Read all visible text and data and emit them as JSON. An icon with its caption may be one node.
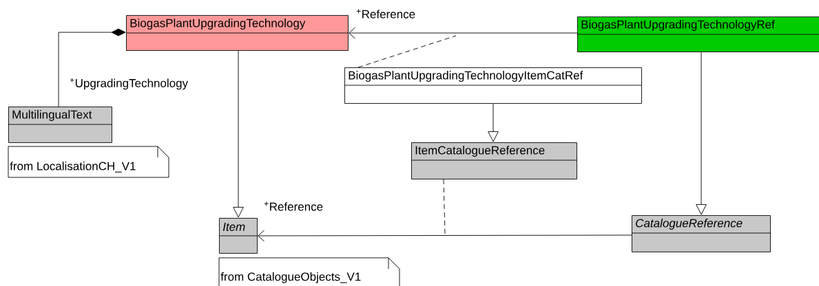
{
  "diagram": {
    "nodes": [
      {
        "text": [
          "BiogasPlantUpgradingTechnology"
        ]
      },
      {
        "text": [
          "BiogasPlantUpgradingTechnologyRef"
        ]
      },
      {
        "text": [
          "MultilingualText"
        ]
      },
      {
        "text": [
          "from LocalisationCH_V1"
        ]
      },
      {
        "text": [
          "BiogasPlantUpgradingTechnologyItemCatRef"
        ]
      },
      {
        "text": [
          "ItemCatalogueReference"
        ]
      },
      {
        "text": [
          "Item"
        ]
      },
      {
        "text": [
          "from CatalogueObjects_V1"
        ]
      },
      {
        "text": [
          "CatalogueReference"
        ]
      }
    ],
    "edges": [
      {
        "from": 2,
        "to": 0,
        "arrow": "other",
        "label": "$^{+}$UpgradingTechnology"
      },
      {
        "from": 1,
        "to": 0,
        "arrow": "to",
        "label": "$^{+}$Reference"
      },
      {
        "from": 4,
        "to": null,
        "arrow": "none",
        "style": "dashed"
      },
      {
        "from": 0,
        "to": 6,
        "arrow": "to"
      },
      {
        "from": 4,
        "to": 5,
        "arrow": "to"
      },
      {
        "from": 1,
        "to": 8,
        "arrow": "to"
      },
      {
        "from": 8,
        "to": 6,
        "arrow": "to",
        "label": "$^{+}$Reference"
      },
      {
        "from": 5,
        "to": null,
        "arrow": "none",
        "style": "dashed"
      }
    ]
  }
}
